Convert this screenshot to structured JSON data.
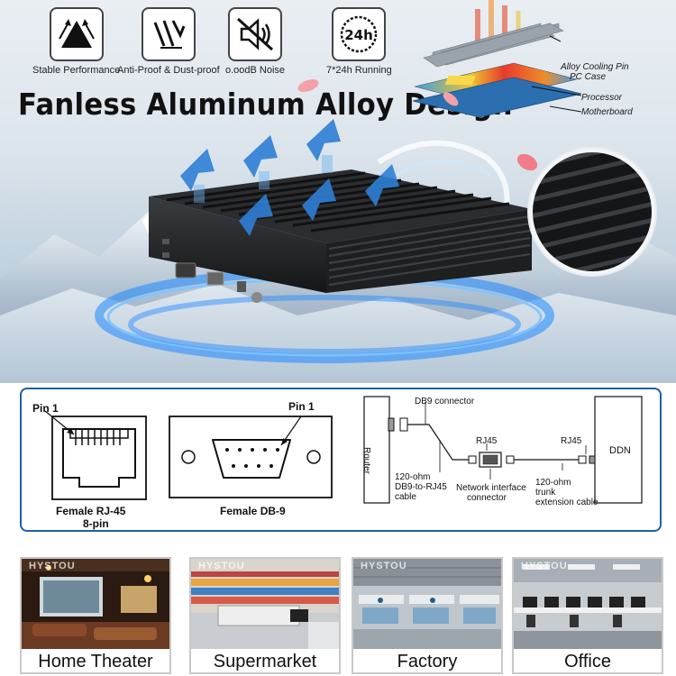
{
  "features": [
    {
      "icon": "triangle-arrows-icon",
      "label": "Stable Performance"
    },
    {
      "icon": "slash-shield-icon",
      "label": "Anti-Proof & Dust-proof"
    },
    {
      "icon": "speaker-muted-icon",
      "label": "o.oodB Noise"
    },
    {
      "icon": "clock-24h-icon",
      "label": "7*24h Running",
      "badge": "24h"
    }
  ],
  "headline": "Fanless  Aluminum Alloy Design",
  "layers": {
    "heatsink": "Alloy  Cooling  Pin",
    "heatsink_line2": "PC  Case",
    "processor": "Processor",
    "motherboard": "Motherboard"
  },
  "pinout": {
    "rj45": {
      "pin_label": "Pin 1",
      "title": "Female RJ-45",
      "subtitle": "8-pin"
    },
    "db9": {
      "pin_label": "Pin 1",
      "title": "Female DB-9"
    },
    "network": {
      "db9_connector": "DB9 connector",
      "router": "Router",
      "rj45_left": "RJ45",
      "rj45_right": "RJ45",
      "ddn": "DDN",
      "cable1_l1": "120-ohm",
      "cable1_l2": "DB9-to-RJ45",
      "cable1_l3": "cable",
      "nic_l1": "Network interface",
      "nic_l2": "connector",
      "cable2_l1": "120-ohm",
      "cable2_l2": "trunk",
      "cable2_l3": "extension cable"
    }
  },
  "applications": [
    {
      "label": "Home Theater",
      "watermark": "HYSTOU"
    },
    {
      "label": "Supermarket",
      "watermark": "HYSTOU"
    },
    {
      "label": "Factory",
      "watermark": "HYSTOU"
    },
    {
      "label": "Office",
      "watermark": "HYSTOU"
    }
  ],
  "colors": {
    "frame_blue": "#1f5ea8",
    "arrow_blue": "#2f7fd6",
    "glow_blue": "#1e88ff",
    "heat_red": "#e53b2c"
  }
}
